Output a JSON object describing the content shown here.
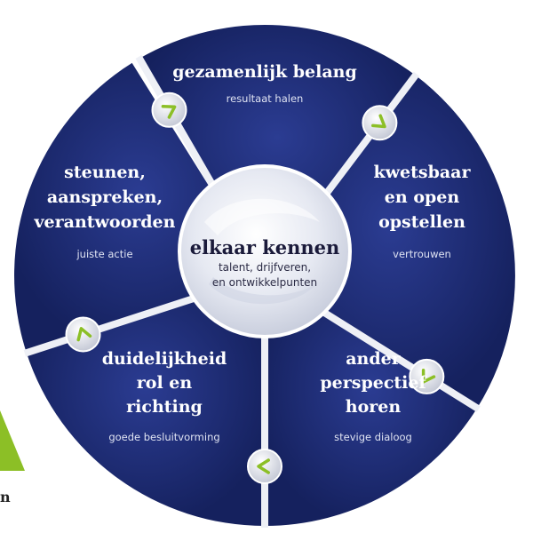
{
  "center": {
    "title": "elkaar kennen",
    "subtitle_lines": [
      "talent, drijfveren,",
      "en ontwikkelpunten"
    ]
  },
  "segments": [
    {
      "id": "top",
      "title_lines": [
        "gezamenlijk belang"
      ],
      "subtitle": "resultaat halen"
    },
    {
      "id": "upper-right",
      "title_lines": [
        "kwetsbaar",
        "en open",
        "opstellen"
      ],
      "subtitle": "vertrouwen"
    },
    {
      "id": "lower-right",
      "title_lines": [
        "ander",
        "perspectief",
        "horen"
      ],
      "subtitle": "stevige dialoog"
    },
    {
      "id": "lower-left",
      "title_lines": [
        "duidelijkheid",
        "rol en",
        "richting"
      ],
      "subtitle": "goede besluitvorming"
    },
    {
      "id": "upper-left",
      "title_lines": [
        "steunen,",
        "aanspreken,",
        "verantwoorden"
      ],
      "subtitle": "juiste actie"
    }
  ],
  "corner_fragment": "n",
  "colors": {
    "segment_fill": "#1f2f7a",
    "segment_dark": "#15215e",
    "divider": "#eef0f6",
    "accent_green": "#8cbf26",
    "knob": "#dfe2ea",
    "hub": "#e9ecf4"
  }
}
